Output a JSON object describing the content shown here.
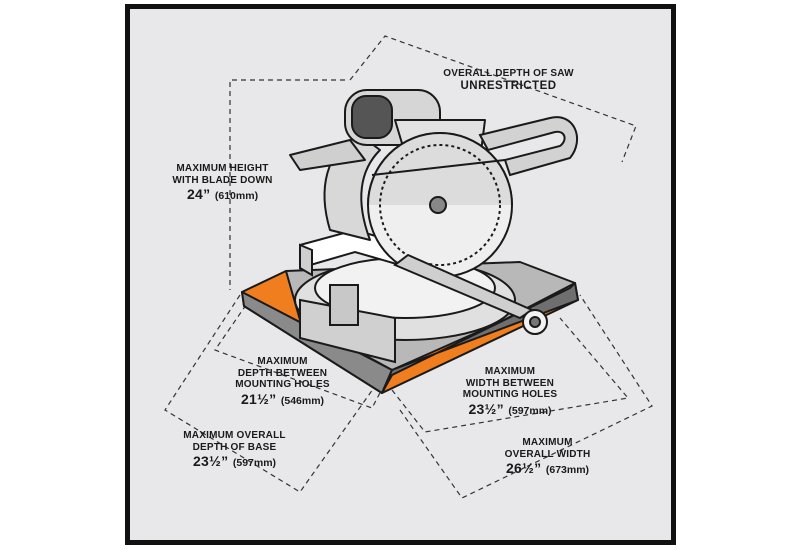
{
  "colors": {
    "accent": "#f07d1e",
    "frame": "#111111",
    "background": "#e8e8ea"
  },
  "labels": {
    "depth_of_saw": {
      "line1": "OVERALL DEPTH OF SAW",
      "line2": "UNRESTRICTED"
    },
    "max_height": {
      "line1": "MAXIMUM HEIGHT",
      "line2": "WITH BLADE DOWN",
      "value": "24”",
      "mm": "(610mm)"
    },
    "depth_between_holes": {
      "line1": "MAXIMUM",
      "line2": "DEPTH BETWEEN",
      "line3": "MOUNTING HOLES",
      "value": "21½”",
      "mm": "(546mm)"
    },
    "width_between_holes": {
      "line1": "MAXIMUM",
      "line2": "WIDTH BETWEEN",
      "line3": "MOUNTING HOLES",
      "value": "23½”",
      "mm": "(597mm)"
    },
    "overall_depth_base": {
      "line1": "MAXIMUM OVERALL",
      "line2": "DEPTH OF BASE",
      "value": "23½”",
      "mm": "(597mm)"
    },
    "overall_width": {
      "line1": "MAXIMUM",
      "line2": "OVERALL WIDTH",
      "value": "26½”",
      "mm": "(673mm)"
    }
  }
}
